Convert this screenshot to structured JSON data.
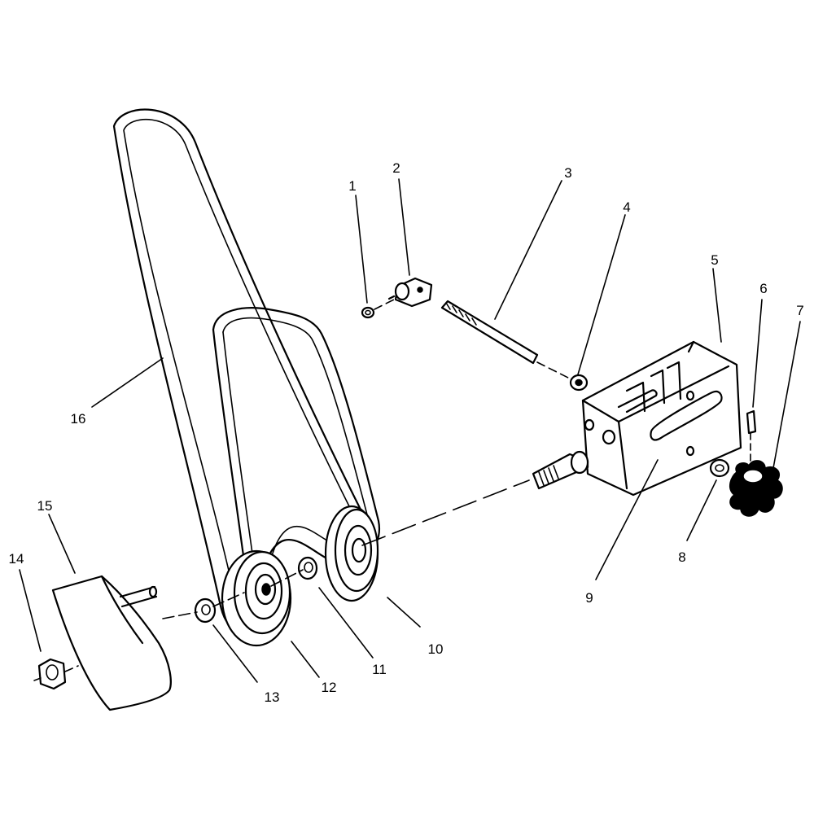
{
  "callouts": [
    {
      "id": "1",
      "text": "1"
    },
    {
      "id": "2",
      "text": "2"
    },
    {
      "id": "3",
      "text": "3"
    },
    {
      "id": "4",
      "text": "4"
    },
    {
      "id": "5",
      "text": "5"
    },
    {
      "id": "6",
      "text": "6"
    },
    {
      "id": "7",
      "text": "7"
    },
    {
      "id": "8",
      "text": "8"
    },
    {
      "id": "9",
      "text": "9"
    },
    {
      "id": "10",
      "text": "10"
    },
    {
      "id": "11",
      "text": "11"
    },
    {
      "id": "12",
      "text": "12"
    },
    {
      "id": "13",
      "text": "13"
    },
    {
      "id": "14",
      "text": "14"
    },
    {
      "id": "15",
      "text": "15"
    },
    {
      "id": "16",
      "text": "16"
    }
  ],
  "colors": {
    "ink": "#000000",
    "paper": "#ffffff"
  }
}
